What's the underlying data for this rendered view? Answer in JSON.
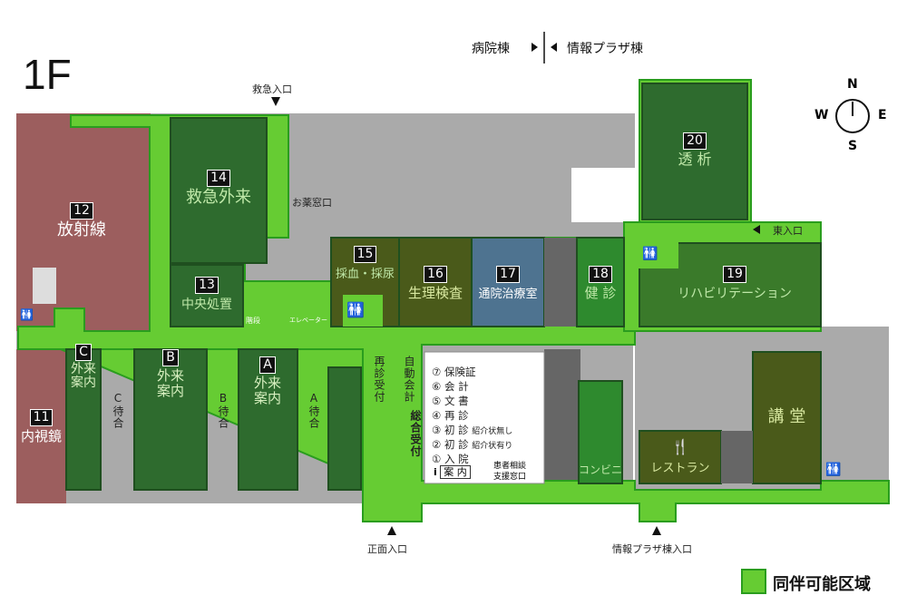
{
  "floor": "1F",
  "legend": {
    "label": "同伴可能区域",
    "color": "#66cc33"
  },
  "building_divider": {
    "left": "病院棟",
    "right": "情報プラザ棟"
  },
  "compass": {
    "n": "N",
    "e": "E",
    "s": "S",
    "w": "W"
  },
  "entrances": {
    "emergency": "救急入口",
    "east": "東入口",
    "front": "正面入口",
    "plaza": "情報プラザ棟入口"
  },
  "rooms": {
    "r11": {
      "num": "11",
      "name": "内視鏡"
    },
    "r12": {
      "num": "12",
      "name": "放射線"
    },
    "r13": {
      "num": "13",
      "name": "中央処置"
    },
    "r14": {
      "num": "14",
      "name": "救急外来"
    },
    "r15": {
      "num": "15",
      "name": "採血・採尿"
    },
    "r16": {
      "num": "16",
      "name": "生理検査"
    },
    "r17": {
      "num": "17",
      "name": "通院治療室"
    },
    "r18": {
      "num": "18",
      "name": "健 診"
    },
    "r19": {
      "num": "19",
      "name": "リハビリテーション"
    },
    "r20": {
      "num": "20",
      "name": "透 析"
    },
    "lecture": "講 堂",
    "restaurant": "レストラン",
    "convenience": "コンビニ"
  },
  "outpatient": {
    "a": {
      "letter": "A",
      "name": "外来案内",
      "wait": "A待合"
    },
    "b": {
      "letter": "B",
      "name": "外来案内",
      "wait": "B待合"
    },
    "c": {
      "letter": "C",
      "name": "外来案内",
      "wait": "C待合"
    }
  },
  "misc": {
    "pharmacy": "お薬窓口",
    "stairs": "階段",
    "elevator": "エレベーター",
    "revisit": "再診受付",
    "auto_pay": "自動会計",
    "general_reception": "総合受付"
  },
  "counters": [
    {
      "n": "⑦",
      "label": "保険証",
      "note": ""
    },
    {
      "n": "⑥",
      "label": "会 計",
      "note": ""
    },
    {
      "n": "⑤",
      "label": "文 書",
      "note": ""
    },
    {
      "n": "④",
      "label": "再 診",
      "note": ""
    },
    {
      "n": "③",
      "label": "初 診",
      "note": "紹介状無し"
    },
    {
      "n": "②",
      "label": "初 診",
      "note": "紹介状有り"
    },
    {
      "n": "①",
      "label": "入 院",
      "note": ""
    }
  ],
  "info": {
    "label": "案 内",
    "note1": "患者相談",
    "note2": "支援窓口"
  }
}
